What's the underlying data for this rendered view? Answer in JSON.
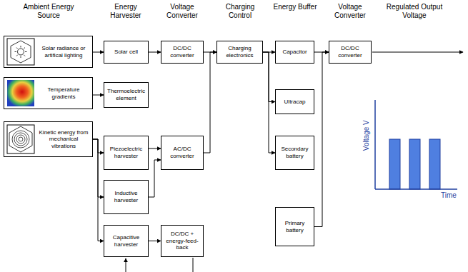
{
  "diagram": {
    "nodes": [
      {
        "text": [
          "Solar radiance or artifical lighting"
        ]
      },
      {
        "text": [
          "Temperature gradients"
        ]
      },
      {
        "text": [
          "Kinetic energy from mechanical vibrations"
        ]
      },
      {
        "text": [
          "Solar cell"
        ]
      },
      {
        "text": [
          "Thermoelectric element"
        ]
      },
      {
        "text": [
          "Piezoelectric harvester"
        ]
      },
      {
        "text": [
          "Inductive harvester"
        ]
      },
      {
        "text": [
          "Capacitive harvester"
        ]
      },
      {
        "text": [
          "DC/DC converter"
        ]
      },
      {
        "text": [
          "AC/DC converter"
        ]
      },
      {
        "text": [
          "DC/DC + energy-feed-back"
        ]
      },
      {
        "text": [
          "Charging electronics"
        ]
      },
      {
        "text": [
          "Capacitor"
        ]
      },
      {
        "text": [
          "Ultracap"
        ]
      },
      {
        "text": [
          "Secondary battery"
        ]
      },
      {
        "text": [
          "Primary battery"
        ]
      },
      {
        "text": [
          "DC/DC converter"
        ]
      }
    ],
    "edges": [
      {
        "from": 0,
        "to": 3,
        "arrow": "to"
      },
      {
        "from": 1,
        "to": 4,
        "arrow": "to"
      },
      {
        "from": 2,
        "to": 5,
        "arrow": "to"
      },
      {
        "from": 2,
        "to": 6,
        "arrow": "to"
      },
      {
        "from": 2,
        "to": 7,
        "arrow": "to"
      },
      {
        "from": 3,
        "to": 8,
        "arrow": "to"
      },
      {
        "from": 8,
        "to": 11,
        "arrow": "to"
      },
      {
        "from": 5,
        "to": 9,
        "arrow": "to"
      },
      {
        "from": 6,
        "to": 9,
        "arrow": "to"
      },
      {
        "from": 9,
        "to": 11,
        "arrow": "to"
      },
      {
        "from": 7,
        "to": 10,
        "arrow": "to"
      },
      {
        "from": 11,
        "to": 12,
        "arrow": "to"
      },
      {
        "from": 11,
        "to": 13,
        "arrow": "to"
      },
      {
        "from": 11,
        "to": 14,
        "arrow": "to"
      },
      {
        "from": 12,
        "to": 16,
        "arrow": "to"
      },
      {
        "from": 15,
        "to": 16,
        "arrow": "to"
      }
    ],
    "labels": [
      "Ambient Energy Source",
      "Energy Harvester",
      "Voltage Converter",
      "Charging Control",
      "Energy Buffer",
      "Voltage Converter",
      "Regulated Output Voltage",
      "Voltage V",
      "Time"
    ]
  }
}
